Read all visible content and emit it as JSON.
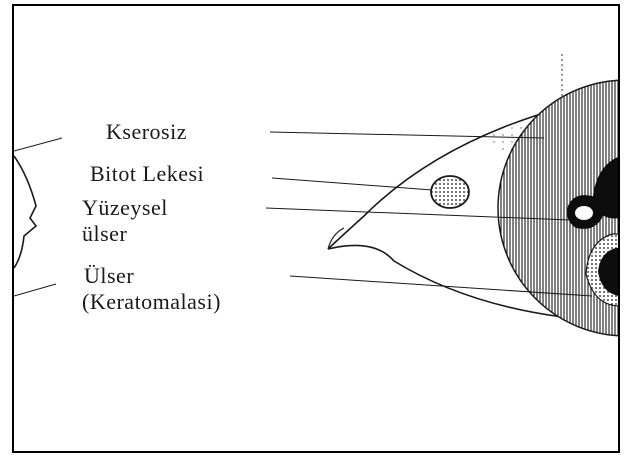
{
  "labels": {
    "xerosis": "Kserosiz",
    "bitot_spot": "Bitot Lekesi",
    "superficial_ulcer_line1": "Yüzeysel",
    "superficial_ulcer_line2": "ülser",
    "ulcer_line1": "Ülser",
    "ulcer_line2": "(Keratomalasi)"
  },
  "colors": {
    "ink": "#1a1a1a",
    "background": "#ffffff",
    "border": "#000000"
  }
}
